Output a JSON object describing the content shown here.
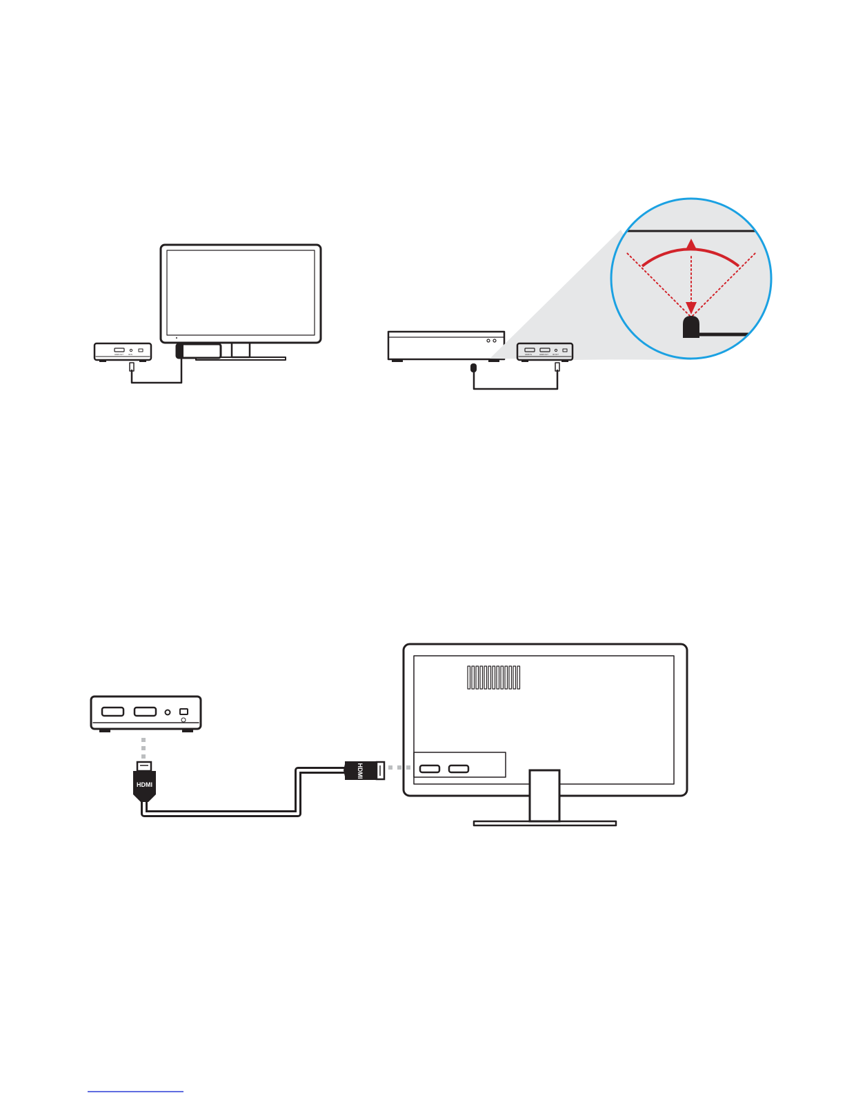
{
  "colors": {
    "line": "#231f20",
    "accent_red": "#d2232a",
    "zoom_circle": "#1ba1e2",
    "zoom_fill": "#e6e7e8",
    "dots_gray": "#bcbec0",
    "footer_link": "#2a3cd6"
  },
  "figure1": {
    "extender_left": {
      "port_labels": [
        "HDMI OUT",
        "IR IN"
      ]
    },
    "extender_right": {
      "port_labels": [
        "HDMI IN",
        "HDMI OUT",
        "IR OUT"
      ]
    }
  },
  "figure2": {
    "cable": {
      "connector_label": "HDMI"
    }
  }
}
